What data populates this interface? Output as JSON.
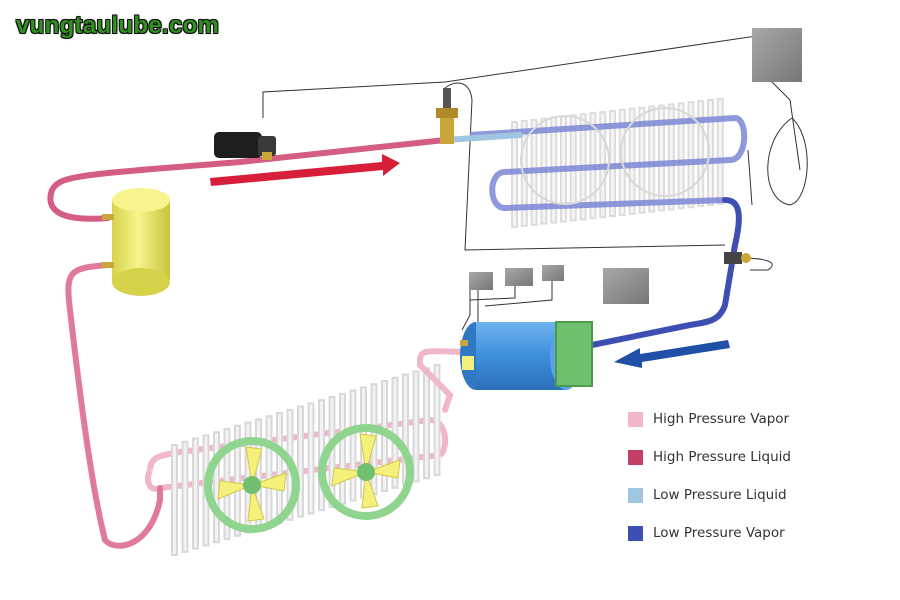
{
  "watermark": "vungtaulube.com",
  "legend": [
    {
      "label": "High Pressure Vapor",
      "color": "#efb7c8"
    },
    {
      "label": "High Pressure Liquid",
      "color": "#c43f64"
    },
    {
      "label": "Low Pressure Liquid",
      "color": "#9ec6e0"
    },
    {
      "label": "Low Pressure Vapor",
      "color": "#3d4fb3"
    }
  ],
  "colors": {
    "high_pressure_vapor": "#efb7c8",
    "high_pressure_liquid": "#c43f64",
    "low_pressure_liquid": "#9ec6e0",
    "low_pressure_vapor": "#3d4fb3",
    "flow_arrow_red": "#d81f3a",
    "flow_arrow_blue": "#1f4fa6",
    "receiver": "#f2ef7a",
    "compressor": "#3f8fdc",
    "compressor_end": "#6fbf6f",
    "fan_ring": "#8fd48f",
    "fan_blade": "#f5f07a",
    "coil_fins": "#e6e6e6",
    "control_box": "#8c8c8c"
  },
  "icons": {
    "drier": "filter-drier-icon",
    "valve": "expansion-valve-icon",
    "sensor": "pressure-sensor-icon"
  }
}
